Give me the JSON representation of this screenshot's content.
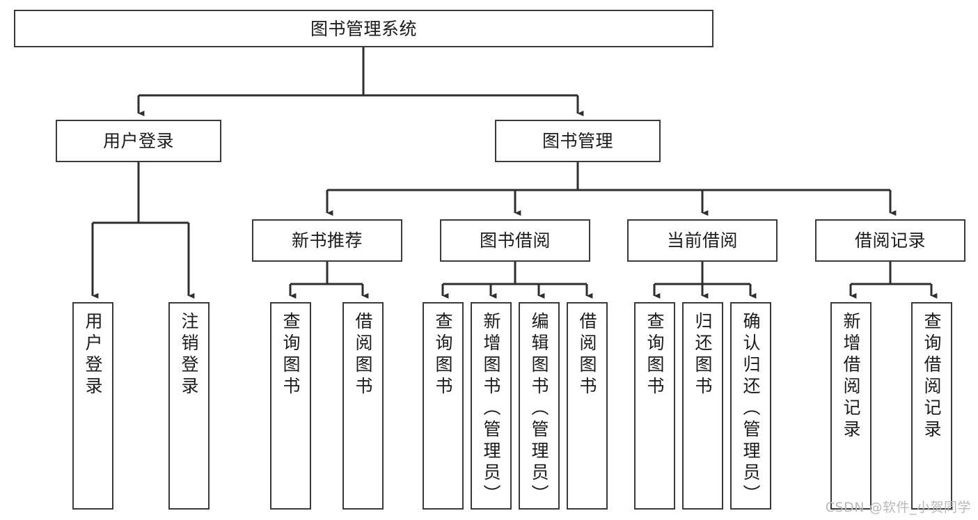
{
  "diagram": {
    "kind": "hierarchy-tree-flowchart",
    "title": "图书管理系统",
    "colors": {
      "box_border": "#3a3a3c",
      "box_fill": "#ffffff",
      "connector": "#2e2e30",
      "text": "#1b1b1d",
      "watermark": "#b9b9bb",
      "background": "#ffffff"
    },
    "levels": {
      "root": {
        "label": "图书管理系统"
      },
      "level2": [
        {
          "id": "user-login",
          "label": "用户登录"
        },
        {
          "id": "book-manage",
          "label": "图书管理"
        }
      ],
      "level3": [
        {
          "id": "new-book-recommend",
          "label": "新书推荐",
          "parent": "book-manage"
        },
        {
          "id": "book-borrow",
          "label": "图书借阅",
          "parent": "book-manage"
        },
        {
          "id": "current-borrow",
          "label": "当前借阅",
          "parent": "book-manage"
        },
        {
          "id": "borrow-record",
          "label": "借阅记录",
          "parent": "book-manage"
        }
      ],
      "leaves": [
        {
          "id": "leaf-user-login",
          "label": "用户登录",
          "parent": "user-login"
        },
        {
          "id": "leaf-logout-login",
          "label": "注销登录",
          "parent": "user-login"
        },
        {
          "id": "leaf-query-book-1",
          "label": "查询图书",
          "parent": "new-book-recommend"
        },
        {
          "id": "leaf-borrow-book-1",
          "label": "借阅图书",
          "parent": "new-book-recommend"
        },
        {
          "id": "leaf-query-book-2",
          "label": "查询图书",
          "parent": "book-borrow"
        },
        {
          "id": "leaf-add-book-admin",
          "label": "新增图书（管理员）",
          "parent": "book-borrow"
        },
        {
          "id": "leaf-edit-book-admin",
          "label": "编辑图书（管理员）",
          "parent": "book-borrow"
        },
        {
          "id": "leaf-borrow-book-2",
          "label": "借阅图书",
          "parent": "book-borrow"
        },
        {
          "id": "leaf-query-book-3",
          "label": "查询图书",
          "parent": "current-borrow"
        },
        {
          "id": "leaf-return-book",
          "label": "归还图书",
          "parent": "current-borrow"
        },
        {
          "id": "leaf-confirm-return-admin",
          "label": "确认归还（管理员）",
          "parent": "current-borrow"
        },
        {
          "id": "leaf-add-borrow-record",
          "label": "新增借阅记录",
          "parent": "borrow-record"
        },
        {
          "id": "leaf-query-borrow-record",
          "label": "查询借阅记录",
          "parent": "borrow-record"
        }
      ]
    }
  },
  "watermark": {
    "text": "CSDN @软件_小贺同学"
  }
}
